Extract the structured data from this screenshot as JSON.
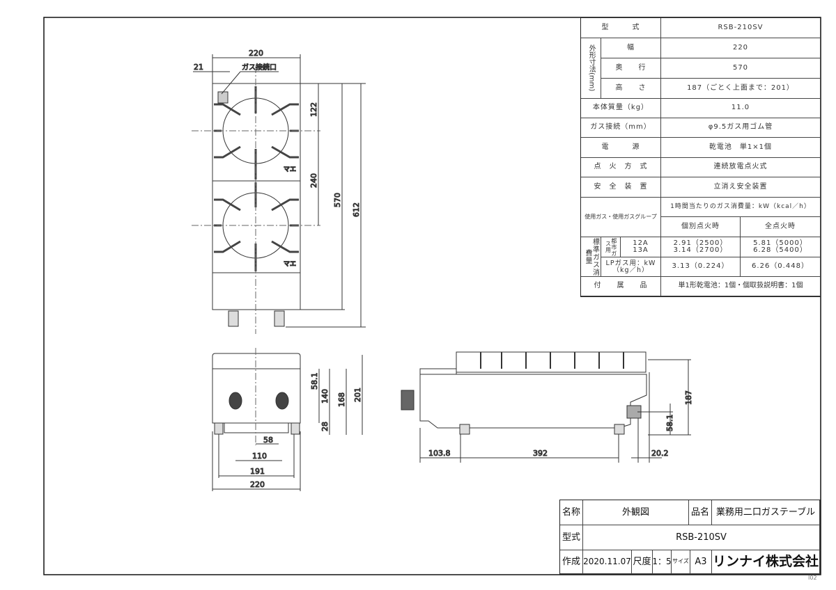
{
  "spec": {
    "model_label": "型　　　式",
    "model": "RSB-210SV",
    "dims_group": "外形寸法(mm)",
    "width_label": "幅",
    "width": "220",
    "depth_label": "奥　　行",
    "depth": "570",
    "height_label": "高　　さ",
    "height": "187（ごとく上面まで：201）",
    "mass_label": "本体質量（kg）",
    "mass": "11.0",
    "gas_conn_label": "ガス接続（mm）",
    "gas_conn": "φ9.5ガス用ゴム管",
    "power_label": "電　　　源",
    "power": "乾電池　単1×1個",
    "ignition_label": "点　火　方　式",
    "ignition": "連続放電点火式",
    "safety_label": "安　全　装　置",
    "safety": "立消え安全装置",
    "gas_group_label": "使用ガス・使用ガスグループ",
    "consumption_header": "1時間当たりのガス消費量：kW（kcal／h）",
    "individual_label": "個別点火時",
    "all_label": "全点火時",
    "std_label": "標準ガス消費量",
    "city_label": "都市ガス用",
    "city_types": "12A\n13A",
    "city_individual": "2.91（2500）\n3.14（2700）",
    "city_all": "5.81（5000）\n6.28（5400）",
    "lp_label": "LPガス用：kW\n（kg／h）",
    "lp_individual": "3.13（0.224）",
    "lp_all": "6.26（0.448）",
    "accessories_label": "付　　属　　品",
    "accessories": "単1形乾電池：1個・個取扱説明書：1個"
  },
  "title_block": {
    "name_label": "名称",
    "name": "外観図",
    "product_label": "品名",
    "product": "業務用二口ガステーブル",
    "model_label": "型式",
    "model": "RSB-210SV",
    "created_label": "作成",
    "date": "2020.11.07",
    "scale_label": "尺度",
    "scale": "1：5",
    "size_label": "サイズ",
    "size": "A3",
    "company": "リンナイ株式会社",
    "sheet_code": "I02"
  },
  "top_view": {
    "width": "220",
    "offset": "21",
    "gas_inlet": "ガス接続口",
    "d122": "122",
    "d240": "240",
    "d570": "570",
    "d612": "612",
    "burner_mark": "マエ"
  },
  "front_view": {
    "d58_1": "58.1",
    "d140": "140",
    "d168": "168",
    "d201": "201",
    "d28": "28",
    "d58": "58",
    "d110": "110",
    "d191": "191",
    "d220": "220"
  },
  "side_view": {
    "d103_8": "103.8",
    "d392": "392",
    "d20_2": "20.2",
    "d187": "187",
    "d58_1": "58.1"
  }
}
